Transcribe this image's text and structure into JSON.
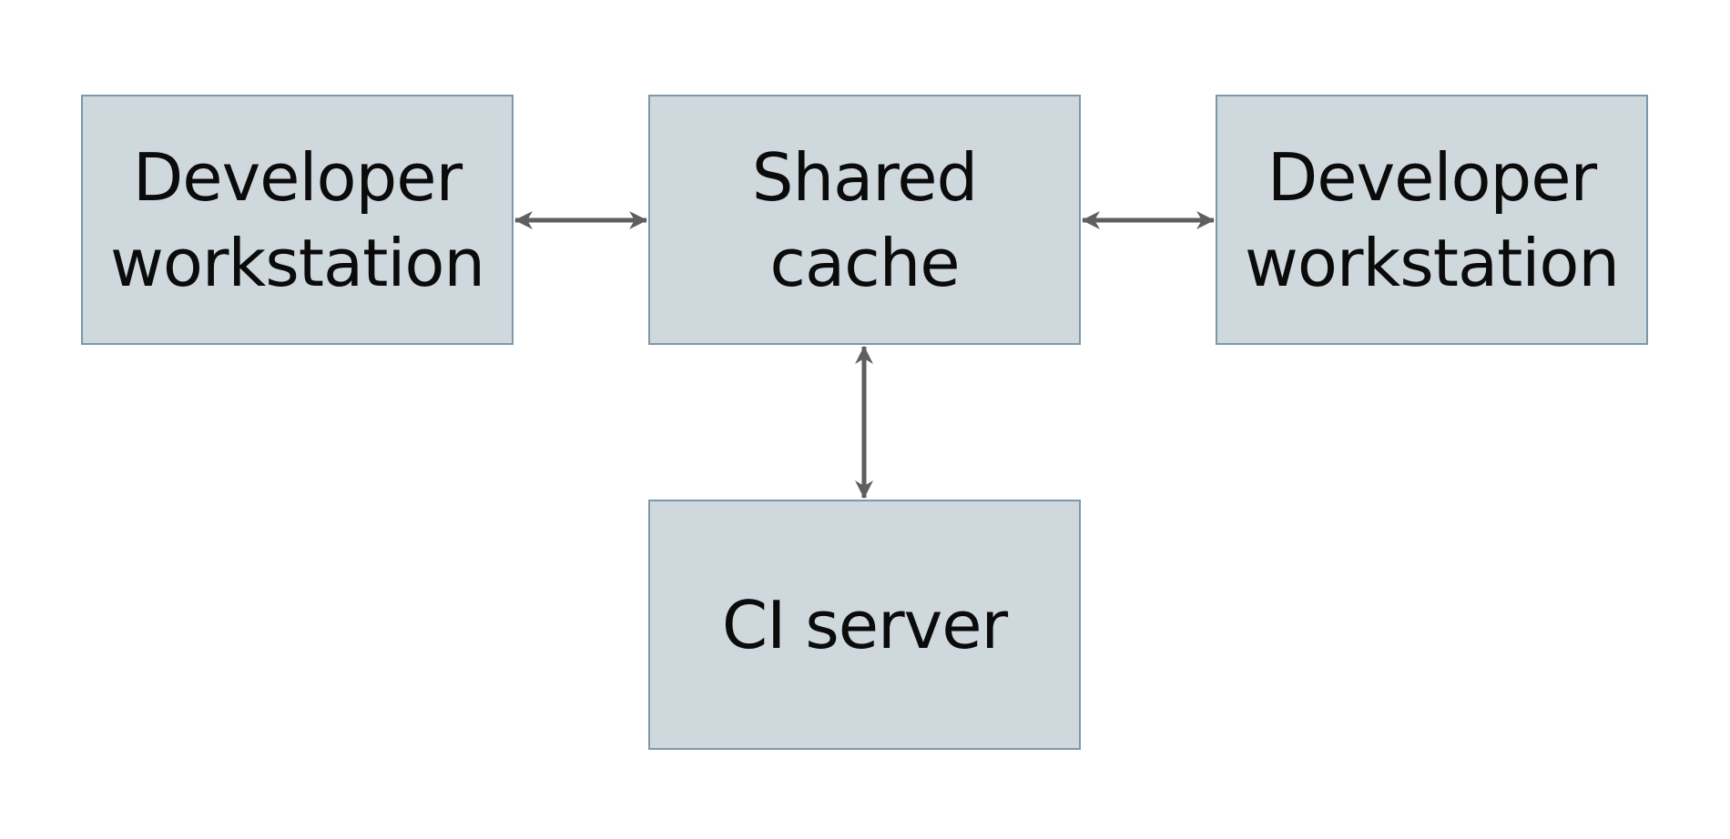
{
  "nodes": {
    "dev_left": {
      "line1": "Developer",
      "line2": "workstation"
    },
    "cache": {
      "line1": "Shared",
      "line2": "cache"
    },
    "dev_right": {
      "line1": "Developer",
      "line2": "workstation"
    },
    "ci": {
      "line1": "CI server"
    }
  },
  "edges": [
    {
      "from": "Developer workstation",
      "to": "Shared cache",
      "direction": "bidirectional"
    },
    {
      "from": "Shared cache",
      "to": "Developer workstation",
      "direction": "bidirectional"
    },
    {
      "from": "Shared cache",
      "to": "CI server",
      "direction": "bidirectional"
    }
  ],
  "colors": {
    "node_fill": "#cfd8dc",
    "node_border": "#7d98a8",
    "arrow": "#5f5f5f",
    "text": "#0b0b0b",
    "background": "#ffffff"
  }
}
